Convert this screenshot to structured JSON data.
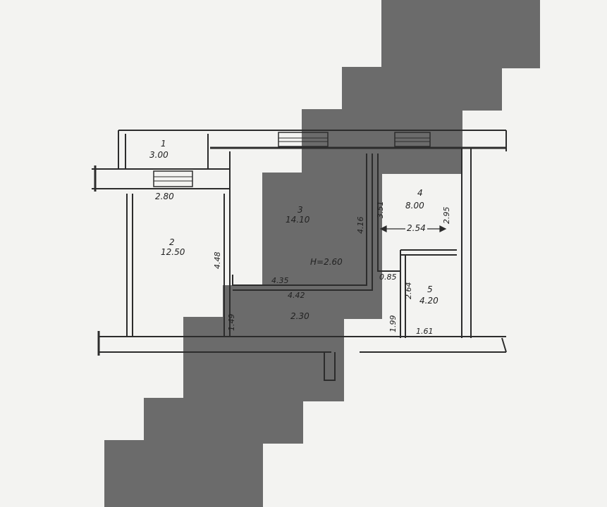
{
  "colors": {
    "paper": "#f3f3f1",
    "redaction": "#6b6b6b",
    "wall": "#2c2c2c"
  },
  "rooms": [
    {
      "number": "1",
      "area": "3.00"
    },
    {
      "number": "2",
      "area": "12.50"
    },
    {
      "number": "3",
      "area": "14.10"
    },
    {
      "number": "4",
      "area": "8.00"
    },
    {
      "number": "5",
      "area": "4.20"
    },
    {
      "number": "",
      "area": "2.30"
    }
  ],
  "dimensions": {
    "d_2_80": "2.80",
    "d_4_48": "4.48",
    "d_4_16": "4.16",
    "d_3_51": "3.51",
    "d_2_95": "2.95",
    "d_2_54": "2.54",
    "d_4_35": "4.35",
    "d_4_42": "4.42",
    "d_1_49": "1.49",
    "d_0_85": "0.85",
    "d_2_64": "2.64",
    "d_1_99": "1.99",
    "d_1_61": "1.61"
  },
  "ceiling_height": "H=2.60"
}
